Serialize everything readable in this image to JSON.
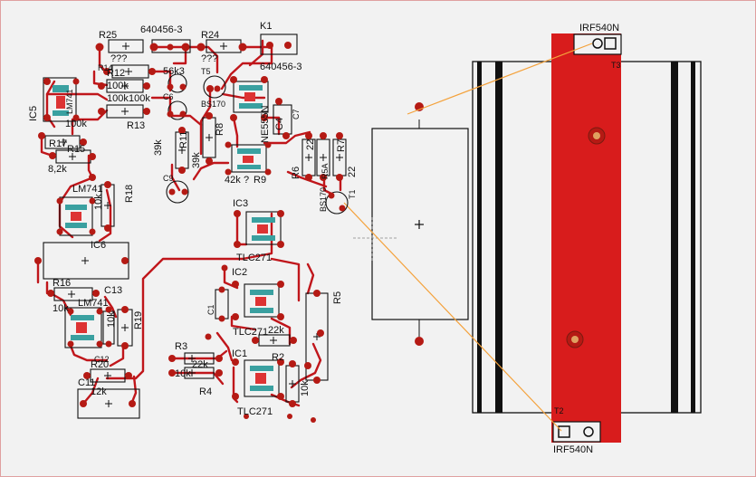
{
  "labels": {
    "r25": "R25",
    "c_640456_top": "640456-3",
    "r24": "R24",
    "k1": "K1",
    "q1": "???",
    "q2": "???",
    "r12": "R12",
    "r14": "R14",
    "v100k_a": "100k",
    "r56k3": "56k3",
    "t5": "T5",
    "c6": "C6",
    "v100k_b": "100k",
    "v100k_c": "100k",
    "lm741_top": "LM741",
    "ic5": "IC5",
    "r13": "R13",
    "v100k_d": "100k",
    "bs170_a": "BS170",
    "ne555": "NE555N",
    "c4": "C4",
    "c7": "C7",
    "r17": "R17",
    "r15": "R15",
    "v8_2k": "8,2k",
    "v39k_a": "39k",
    "r11": "R11",
    "r8": "R8",
    "v39k_b": "39k",
    "c9": "C9",
    "v42k": "42k",
    "q3": "?",
    "r9": "R9",
    "v22_a": "22",
    "r6": "R6",
    "r5a": "R5A",
    "r7": "R7",
    "v22_b": "22",
    "bs170_b": "BS170",
    "t1": "T1",
    "c_640456_right": "640456-3",
    "lm741_mid": "LM741",
    "v10k_a": "10k",
    "r18": "R18",
    "ic3": "IC3",
    "ic6": "IC6",
    "tlc271_a": "TLC271",
    "r16": "R16",
    "c13": "C13",
    "ic2": "IC2",
    "v10k_b": "10k",
    "lm741_low": "LM741",
    "c1": "C1",
    "v10k_c": "10k",
    "r19": "R19",
    "tlc271_b": "TLC271",
    "v22k_a": "22k",
    "r5": "R5",
    "r3": "R3",
    "r2": "R2",
    "v22k_b": "22k",
    "ic1": "IC1",
    "c12": "C12",
    "v10k_d": "10k",
    "r4": "R4",
    "r20": "R20",
    "c11": "C11",
    "v12k": "12k",
    "tlc271_c": "TLC271",
    "v10k_e": "10k",
    "irf_top": "IRF540N",
    "t3": "T3",
    "irf_bottom": "IRF540N",
    "t2": "T2",
    "plus": "+"
  },
  "colors": {
    "board_bg": "#f2f2f2",
    "trace": "#c0161b",
    "pad": "#b51a14",
    "heatsink": "#d81c1c",
    "airwire": "#f4a23c",
    "outline": "#222222"
  }
}
